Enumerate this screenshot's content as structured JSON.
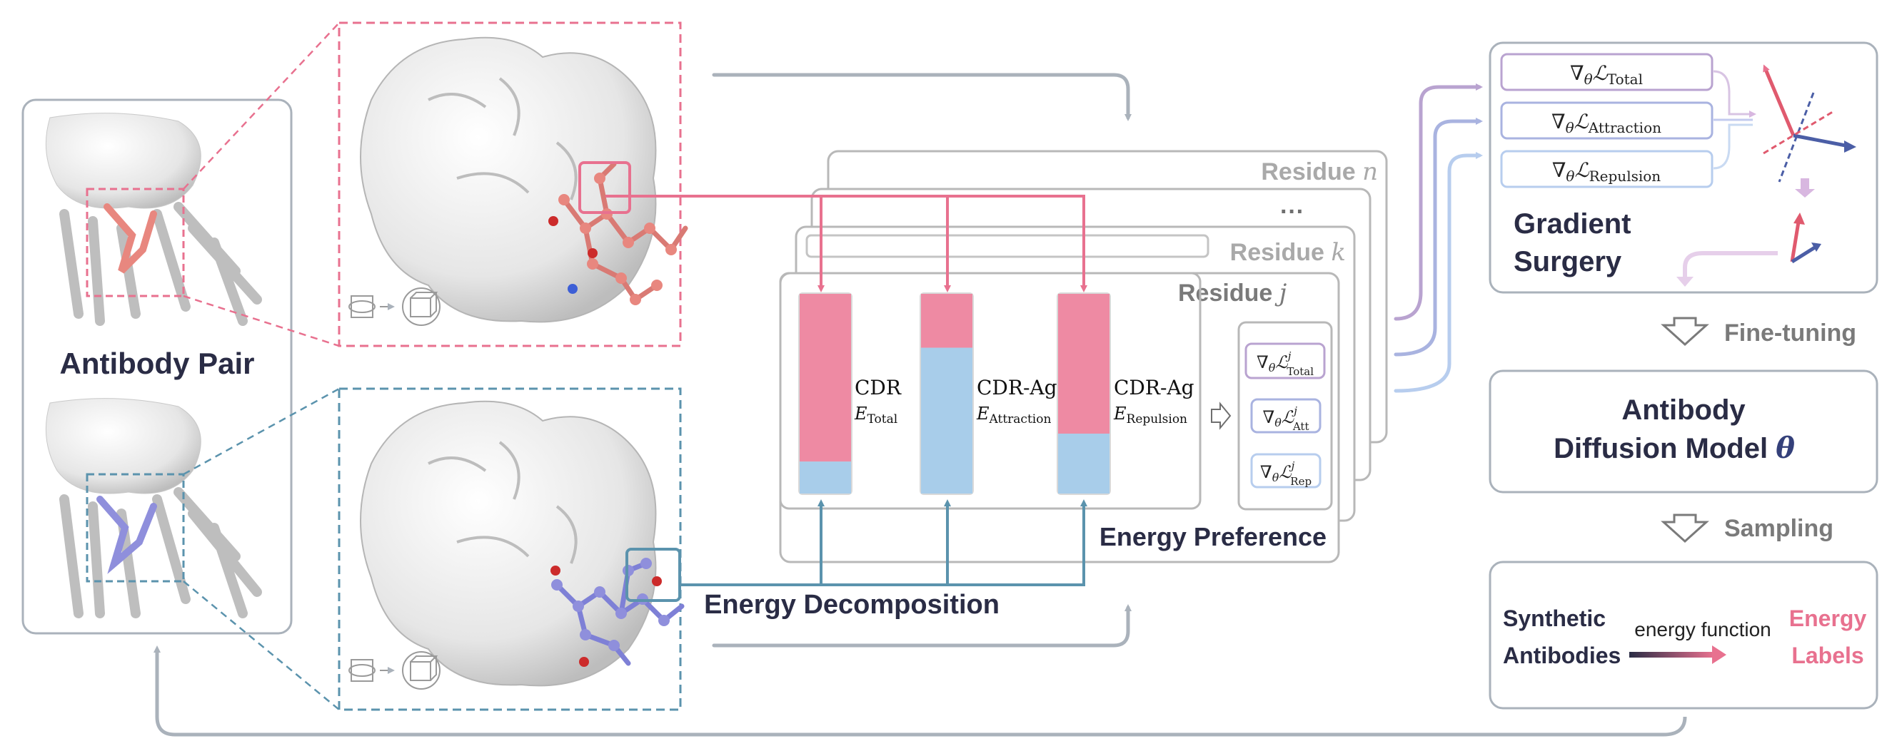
{
  "left_panel": {
    "title": "Antibody Pair"
  },
  "decomposition": {
    "title": "Energy Decomposition"
  },
  "preference": {
    "title": "Energy Preference",
    "layers": {
      "residue_n": "Residue",
      "residue_n_var": "n",
      "ellipsis": "···",
      "residue_k": "Residue",
      "residue_k_var": "k",
      "residue_j": "Residue",
      "residue_j_var": "j"
    },
    "bars": [
      {
        "name": "CDR",
        "energy_symbol": "E",
        "energy_sub": "Total",
        "positive_fraction": 0.84
      },
      {
        "name": "CDR-Ag",
        "energy_symbol": "E",
        "energy_sub": "Attraction",
        "positive_fraction": 0.27
      },
      {
        "name": "CDR-Ag",
        "energy_symbol": "E",
        "energy_sub": "Repulsion",
        "positive_fraction": 0.7
      }
    ],
    "loss_boxes": [
      {
        "prefix": "∇",
        "theta": "θ",
        "L": "ℒ",
        "sup": "j",
        "sub": "Total"
      },
      {
        "prefix": "∇",
        "theta": "θ",
        "L": "ℒ",
        "sup": "j",
        "sub": "Att"
      },
      {
        "prefix": "∇",
        "theta": "θ",
        "L": "ℒ",
        "sup": "j",
        "sub": "Rep"
      }
    ]
  },
  "gradient_surgery": {
    "title_line1": "Gradient",
    "title_line2": "Surgery",
    "grad_boxes": [
      {
        "prefix": "∇",
        "theta": "θ",
        "L": "ℒ",
        "sub": "Total"
      },
      {
        "prefix": "∇",
        "theta": "θ",
        "L": "ℒ",
        "sub": "Attraction"
      },
      {
        "prefix": "∇",
        "theta": "θ",
        "L": "ℒ",
        "sub": "Repulsion"
      }
    ]
  },
  "steps": {
    "fine_tuning": "Fine-tuning",
    "sampling": "Sampling"
  },
  "model": {
    "line1": "Antibody",
    "line2": "Diffusion Model",
    "symbol": "θ"
  },
  "sampling_box": {
    "left_line1": "Synthetic",
    "left_line2": "Antibodies",
    "arrow_label": "energy function",
    "right_line1": "Energy",
    "right_line2": "Labels"
  },
  "colors": {
    "pink": "#e8718f",
    "pink_fill": "#ee8aa3",
    "blue_fill": "#a8cdea",
    "steel_blue": "#5b93ad",
    "dark_text": "#2a2c45",
    "gray_text": "#7a7a7a",
    "light_gray_text": "#a9a9a9",
    "frame_gray": "#aab2bb",
    "purple": "#b9a3d0",
    "lavender": "#a9b3e0",
    "light_blue": "#b7cdee",
    "model_theta": "#34407a"
  },
  "icons": [
    "protein-surface-image",
    "ligand-red-image",
    "ligand-blue-image",
    "rotate-view-icon",
    "cube-icon",
    "vector-diagram-icon"
  ]
}
